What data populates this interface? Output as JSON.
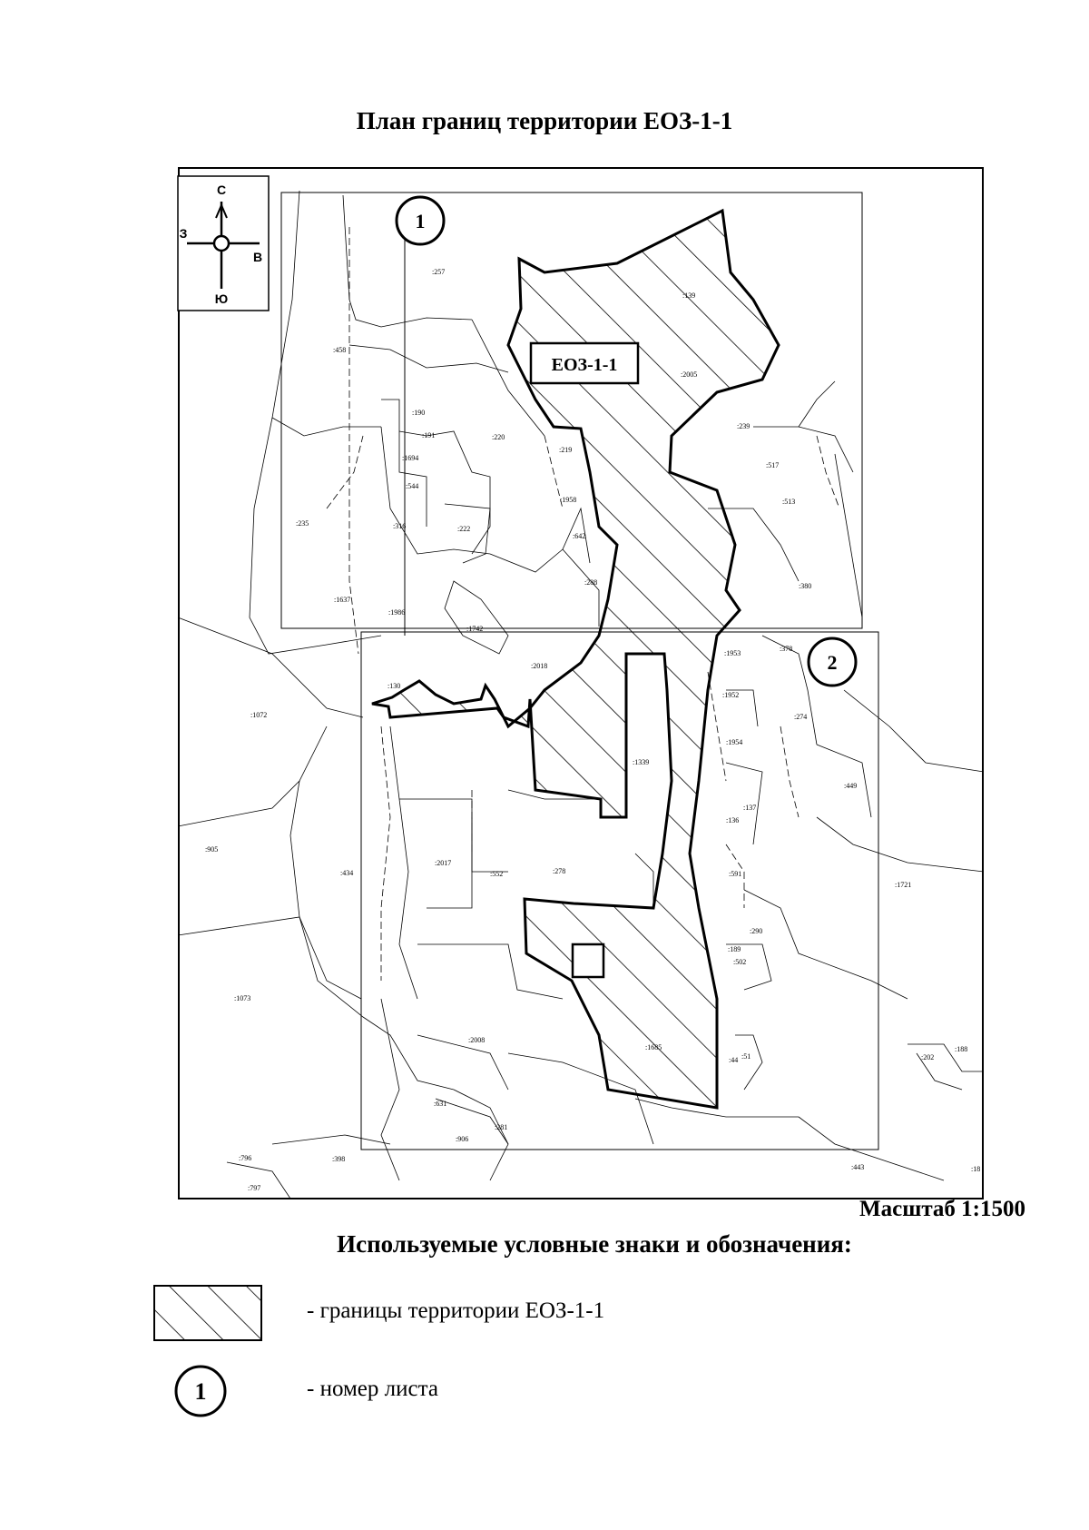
{
  "title": "План границ территории ЕОЗ-1-1",
  "zone_label": "ЕОЗ-1-1",
  "sheets": [
    "1",
    "2"
  ],
  "compass": {
    "north": "С",
    "south": "Ю",
    "west": "З",
    "east": "В"
  },
  "scale": "Масштаб 1:1500",
  "legend": {
    "heading": "Используемые условные знаки и обозначения:",
    "items": [
      {
        "symbol": "hatched-rect",
        "text": "- границы территории ЕОЗ-1-1"
      },
      {
        "symbol": "circle-number",
        "number": "1",
        "text": "- номер листа"
      }
    ]
  },
  "parcels": [
    ":257",
    ":139",
    ":458",
    ":2005",
    ":190",
    ":191",
    ":220",
    ":239",
    ":1694",
    ":219",
    ":517",
    ":544",
    ":1958",
    ":513",
    ":235",
    ":316",
    ":222",
    ":642",
    ":288",
    ":380",
    ":1637",
    ":1986",
    ":1742",
    ":1953",
    ":378",
    ":2018",
    ":130",
    ":1952",
    ":274",
    ":1072",
    ":1954",
    ":1339",
    ":449",
    ":137",
    ":136",
    ":905",
    ":434",
    ":2017",
    ":552",
    ":278",
    ":591",
    ":1721",
    ":290",
    ":189",
    ":502",
    ":1073",
    ":2008",
    ":1685",
    ":188",
    ":202",
    ":44",
    ":51",
    ":631",
    ":281",
    ":906",
    ":796",
    ":398",
    ":443",
    ":18",
    ":797"
  ],
  "colors": {
    "line": "#000000",
    "background": "#ffffff"
  }
}
